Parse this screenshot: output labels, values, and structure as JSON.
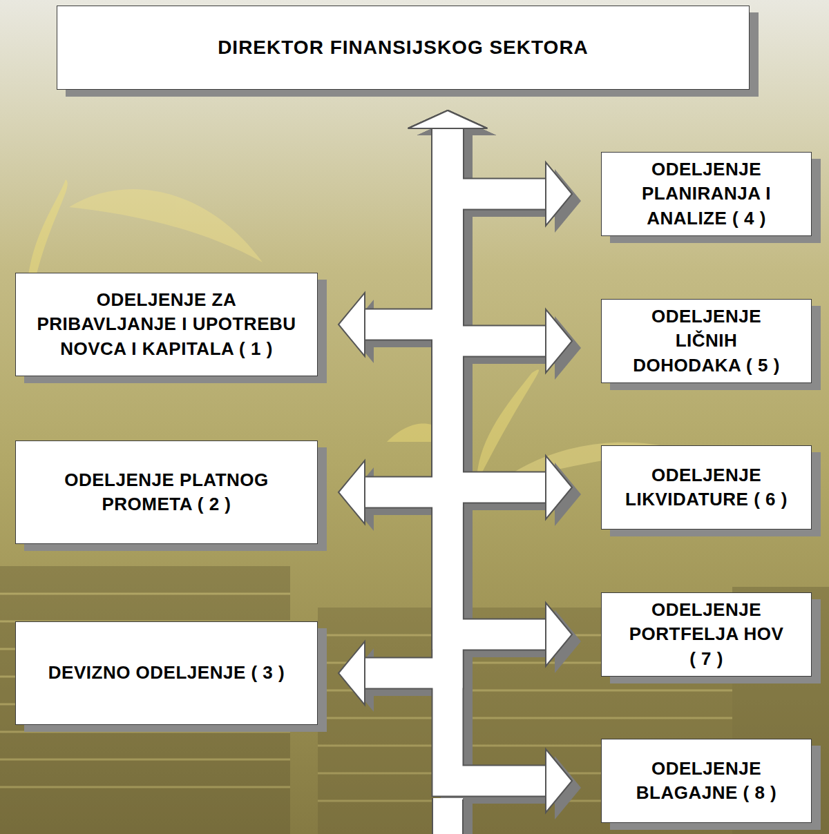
{
  "diagram": {
    "nodes": [
      {
        "text": [
          "DIREKTOR FINANSIJSKOG SEKTORA"
        ]
      },
      {
        "text": [
          "ODELJENJE PLANIRANJA I ANALIZE ( 4 )"
        ]
      },
      {
        "text": [
          "ODELJENJE ZA PRIBAVLJANJE I UPOTREBU NOVCA I KAPITALA ( 1 )"
        ]
      },
      {
        "text": [
          "ODELJENJE LIČNIH DOHODAKA ( 5 )"
        ]
      },
      {
        "text": [
          "ODELJENJE PLATNOG PROMETA ( 2 )"
        ]
      },
      {
        "text": [
          "ODELJENJE LIKVIDATURE ( 6 )"
        ]
      },
      {
        "text": [
          "DEVIZNO ODELJENJE ( 3 )"
        ]
      },
      {
        "text": [
          "ODELJENJE PORTFELJA HOV ( 7 )"
        ]
      },
      {
        "text": [
          "ODELJENJE BLAGAJNE ( 8 )"
        ]
      }
    ],
    "edges": [
      {
        "from": 0,
        "to": 1,
        "arrow": "both"
      },
      {
        "from": 0,
        "to": 2,
        "arrow": "both"
      },
      {
        "from": 0,
        "to": 3,
        "arrow": "both"
      },
      {
        "from": 0,
        "to": 4,
        "arrow": "both"
      },
      {
        "from": 0,
        "to": 5,
        "arrow": "both"
      },
      {
        "from": 0,
        "to": 6,
        "arrow": "both"
      },
      {
        "from": 0,
        "to": 7,
        "arrow": "both"
      },
      {
        "from": 0,
        "to": 8,
        "arrow": "both"
      }
    ]
  }
}
